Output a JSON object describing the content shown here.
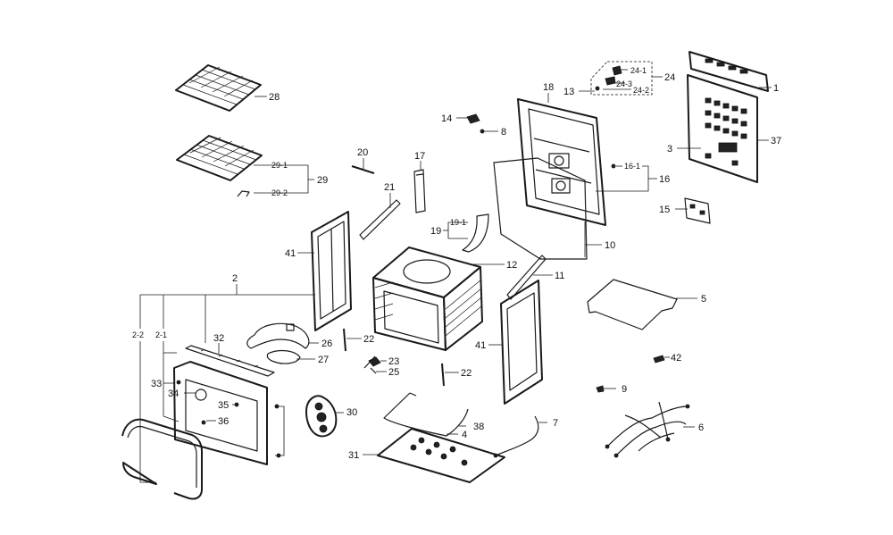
{
  "labels": {
    "l1": "1",
    "l2": "2",
    "l2_1": "2-1",
    "l2_2": "2-2",
    "l3": "3",
    "l4": "4",
    "l5": "5",
    "l6": "6",
    "l7": "7",
    "l8": "8",
    "l9": "9",
    "l10": "10",
    "l11": "11",
    "l12": "12",
    "l13": "13",
    "l14": "14",
    "l15": "15",
    "l16": "16",
    "l16_1": "16-1",
    "l17": "17",
    "l18": "18",
    "l19": "19",
    "l19_1": "19-1",
    "l20": "20",
    "l21": "21",
    "l22a": "22",
    "l22b": "22",
    "l23": "23",
    "l24": "24",
    "l24_1": "24-1",
    "l24_2": "24-2",
    "l24_3": "24-3",
    "l25": "25",
    "l26": "26",
    "l27": "27",
    "l28": "28",
    "l29": "29",
    "l29_1": "29-1",
    "l29_2": "29-2",
    "l30": "30",
    "l31": "31",
    "l32": "32",
    "l33": "33",
    "l34": "34",
    "l35": "35",
    "l36": "36",
    "l37": "37",
    "l38": "38",
    "l41a": "41",
    "l41b": "41",
    "l42": "42"
  }
}
